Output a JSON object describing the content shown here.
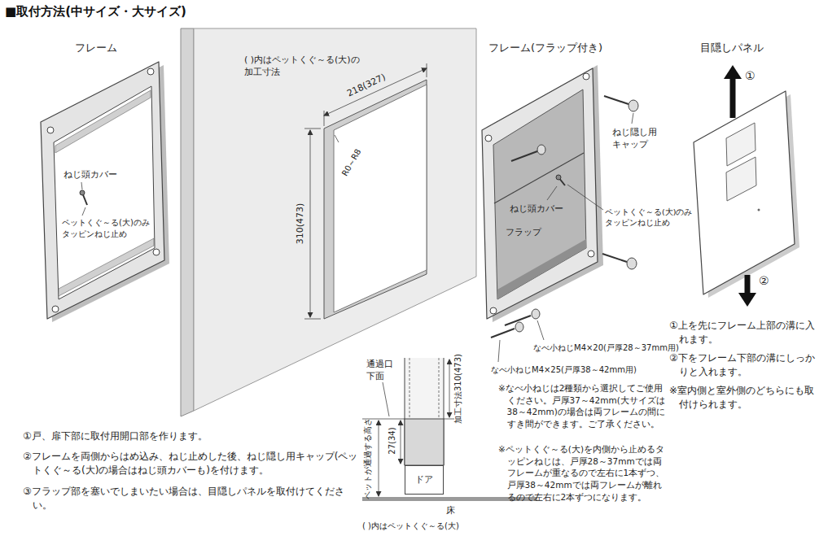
{
  "diagram": {
    "title": "■取付方法(中サイズ・大サイズ)",
    "nodes": [
      {
        "text": [
          "フラップ"
        ]
      },
      {
        "text": [
          "ドア"
        ]
      }
    ],
    "labels": [
      "フレーム",
      "( )内はペットくぐ～る(大)の 加工寸法",
      "218(327)",
      "R0～R8",
      "310(473)",
      "フレーム(フラップ付き)",
      "目隠しパネル",
      "ねじ頭カバー",
      "ペットくぐ～る(大)のみ タッピンねじ止め",
      "ねじ隠し用 キャップ",
      "ねじ頭カバー",
      "ペットくぐ～る(大)のみ タッピンねじ止め",
      "なべ小ねじM4×20(戸厚28～37mm用)",
      "なべ小ねじM4×25(戸厚38～42mm用)",
      "①",
      "②",
      "①上を先にフレーム上部の溝に入れます。",
      "②下をフレーム下部の溝にしっかりと入れます。",
      "※室内側と室外側のどちらにも取付けられます。",
      "※なべ小ねじは2種類から選択してご使用ください。戸厚37～42mm(大サイズは38～42mm)の場合は両フレームの間にすき間ができます。ご了承ください。",
      "※ペットくぐ～る(大)を内側から止めるタッピンねじは、戸厚28～37mmでは両フレームが重なるので左右に1本ずつ、戸厚38～42mmでは両フレームが離れるので左右に2本ずつになります。",
      "①戸、扉下部に取付用開口部を作ります。",
      "②フレームを両側からはめ込み、ねじ止めした後、ねじ隠し用キャップ(ペットくぐ～る(大)の場合はねじ頭カバーも)を付けます。",
      "③フラップ部を塞いでしまいたい場合は、目隠しパネルを取付けてください。",
      "通過口 下面",
      "27(34)",
      "ペットが通過する高さ",
      "加工寸法310(473)",
      "床",
      "( )内はペットくぐ～る(大)"
    ]
  }
}
